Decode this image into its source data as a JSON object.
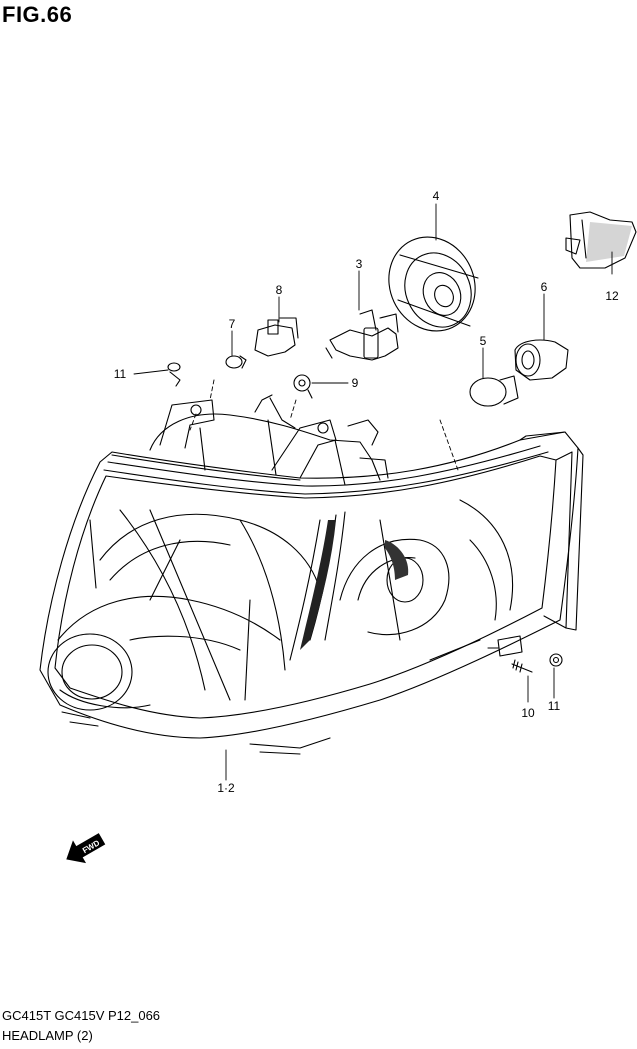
{
  "figure": {
    "title": "FIG.66",
    "model_code": "GC415T GC415V P12_066",
    "name": "HEADLAMP (2)"
  },
  "callouts": [
    {
      "id": "4",
      "label": "4"
    },
    {
      "id": "12",
      "label": "12"
    },
    {
      "id": "3",
      "label": "3"
    },
    {
      "id": "8",
      "label": "8"
    },
    {
      "id": "6",
      "label": "6"
    },
    {
      "id": "7",
      "label": "7"
    },
    {
      "id": "5",
      "label": "5"
    },
    {
      "id": "11a",
      "label": "11"
    },
    {
      "id": "9",
      "label": "9"
    },
    {
      "id": "10",
      "label": "10"
    },
    {
      "id": "11b",
      "label": "11"
    },
    {
      "id": "1-2",
      "label": "1·2"
    }
  ],
  "fwd_arrow": {
    "label": "FWD"
  }
}
